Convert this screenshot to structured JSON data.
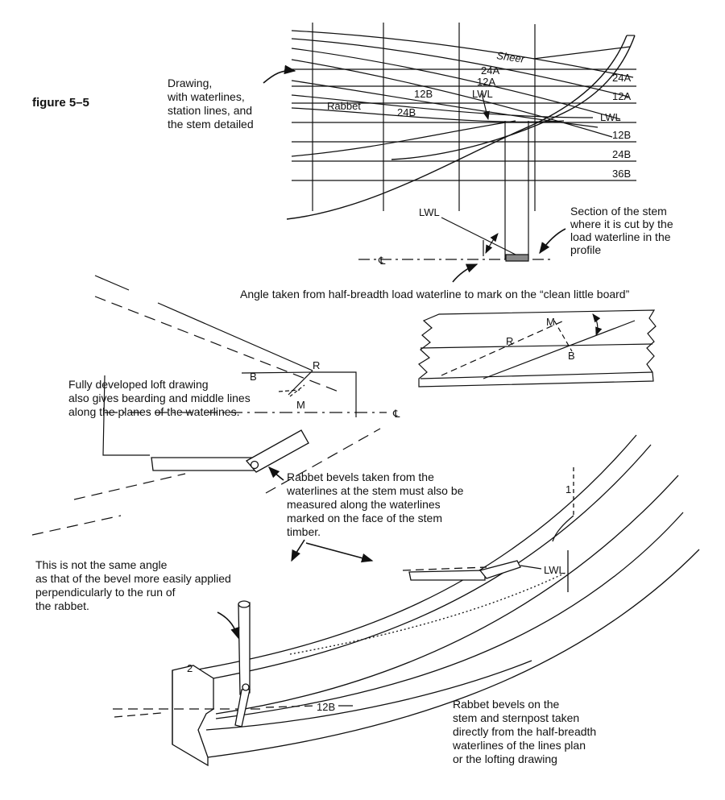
{
  "figure_label": "figure 5–5",
  "captions": {
    "drawing": [
      "Drawing,",
      "with waterlines,",
      "station lines, and",
      "the stem detailed"
    ],
    "section": [
      "Section of the stem",
      "where it is cut by the",
      "load waterline in the",
      "profile"
    ],
    "angle": "Angle taken from half-breadth load waterline to mark on the “clean little board”",
    "loft": [
      "Fully developed loft drawing",
      "also gives bearding and middle lines",
      "along the planes of the waterlines."
    ],
    "bevels": [
      "Rabbet bevels taken from the",
      "waterlines at the stem must also be",
      "measured along the waterlines",
      "marked on the face of the stem",
      "timber."
    ],
    "not_same": [
      "This is not the same angle",
      "as that of the bevel more easily applied",
      "perpendicularly to the run of",
      "the rabbet."
    ],
    "rabbet_bevels": [
      "Rabbet bevels on the",
      "stem and sternpost taken",
      "directly from the half-breadth",
      "waterlines of the lines plan",
      "or the lofting drawing"
    ]
  },
  "profile_labels": {
    "sheer": "Sheer",
    "w24a_a": "24A",
    "w12a_a": "12A",
    "w12b_a": "12B",
    "lwl_a": "LWL",
    "rabbet": "Rabbet",
    "w24b_a": "24B",
    "r24a": "24A",
    "r12a": "12A",
    "rlwl": "LWL",
    "r12b": "12B",
    "r24b": "24B",
    "r36b": "36B"
  },
  "section_labels": {
    "lwl": "LWL",
    "cl": "℄"
  },
  "board_labels": {
    "m": "M",
    "r": "R",
    "b": "B"
  },
  "loft_labels": {
    "b": "B",
    "r": "R",
    "m": "M",
    "cl": "℄"
  },
  "stem_labels": {
    "one": "1",
    "two": "2",
    "lwl": "LWL",
    "w12b": "12B"
  },
  "icons": [
    "arrow-icon",
    "bevel-gauge-icon",
    "centerline-symbol-icon"
  ]
}
